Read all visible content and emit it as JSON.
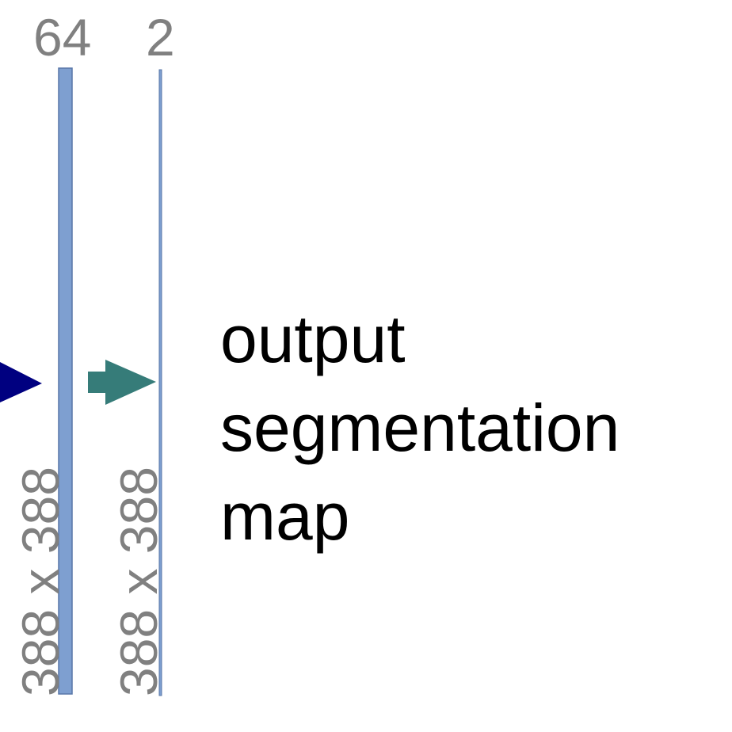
{
  "layers": [
    {
      "channels": "64",
      "size": "388 x 388"
    },
    {
      "channels": "2",
      "size": "388 x 388"
    }
  ],
  "output_label": {
    "line1": "output",
    "line2": "segmentation",
    "line3": "map"
  },
  "colors": {
    "feature_map_fill": "#7e9fd0",
    "feature_map_stroke": "#5877a8",
    "arrow_incoming": "#000080",
    "arrow_conv1x1": "#367c79",
    "label_gray": "#808080",
    "text_black": "#000000"
  }
}
